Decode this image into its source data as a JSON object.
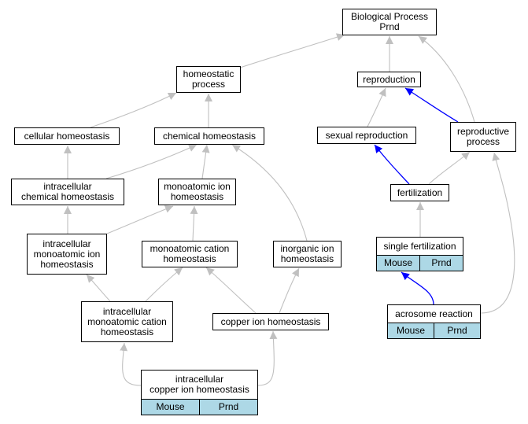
{
  "colors": {
    "edge_gray": "#c0c0c0",
    "edge_blue": "#0000ff",
    "tag_fill": "#add8e6",
    "node_border": "#000000"
  },
  "nodes": {
    "biological_process": {
      "label": "Biological Process\nPrnd"
    },
    "homeostatic_process": {
      "label": "homeostatic\nprocess"
    },
    "reproduction": {
      "label": "reproduction"
    },
    "cellular_homeostasis": {
      "label": "cellular homeostasis"
    },
    "chemical_homeostasis": {
      "label": "chemical homeostasis"
    },
    "sexual_reproduction": {
      "label": "sexual reproduction"
    },
    "reproductive_process": {
      "label": "reproductive\nprocess"
    },
    "intracellular_chemical_homeostasis": {
      "label": "intracellular\nchemical homeostasis"
    },
    "monoatomic_ion_homeostasis": {
      "label": "monoatomic ion\nhomeostasis"
    },
    "fertilization": {
      "label": "fertilization"
    },
    "intracellular_monoatomic_ion_homeostasis": {
      "label": "intracellular\nmonoatomic ion\nhomeostasis"
    },
    "monoatomic_cation_homeostasis": {
      "label": "monoatomic cation\nhomeostasis"
    },
    "inorganic_ion_homeostasis": {
      "label": "inorganic ion\nhomeostasis"
    },
    "single_fertilization": {
      "label": "single fertilization",
      "tags": [
        "Mouse",
        "Prnd"
      ]
    },
    "intracellular_monoatomic_cation_homeostasis": {
      "label": "intracellular\nmonoatomic cation\nhomeostasis"
    },
    "copper_ion_homeostasis": {
      "label": "copper ion homeostasis"
    },
    "acrosome_reaction": {
      "label": "acrosome reaction",
      "tags": [
        "Mouse",
        "Prnd"
      ]
    },
    "intracellular_copper_ion_homeostasis": {
      "label": "intracellular\ncopper ion homeostasis",
      "tags": [
        "Mouse",
        "Prnd"
      ]
    }
  },
  "edges": [
    {
      "from": "homeostatic_process",
      "to": "biological_process",
      "color": "gray"
    },
    {
      "from": "reproduction",
      "to": "biological_process",
      "color": "gray"
    },
    {
      "from": "reproductive_process",
      "to": "biological_process",
      "color": "gray"
    },
    {
      "from": "cellular_homeostasis",
      "to": "homeostatic_process",
      "color": "gray"
    },
    {
      "from": "chemical_homeostasis",
      "to": "homeostatic_process",
      "color": "gray"
    },
    {
      "from": "sexual_reproduction",
      "to": "reproduction",
      "color": "gray"
    },
    {
      "from": "reproductive_process",
      "to": "reproduction",
      "color": "blue"
    },
    {
      "from": "intracellular_chemical_homeostasis",
      "to": "cellular_homeostasis",
      "color": "gray"
    },
    {
      "from": "intracellular_chemical_homeostasis",
      "to": "chemical_homeostasis",
      "color": "gray"
    },
    {
      "from": "monoatomic_ion_homeostasis",
      "to": "chemical_homeostasis",
      "color": "gray"
    },
    {
      "from": "inorganic_ion_homeostasis",
      "to": "chemical_homeostasis",
      "color": "gray"
    },
    {
      "from": "fertilization",
      "to": "sexual_reproduction",
      "color": "blue"
    },
    {
      "from": "fertilization",
      "to": "reproductive_process",
      "color": "gray"
    },
    {
      "from": "intracellular_monoatomic_ion_homeostasis",
      "to": "intracellular_chemical_homeostasis",
      "color": "gray"
    },
    {
      "from": "intracellular_monoatomic_ion_homeostasis",
      "to": "monoatomic_ion_homeostasis",
      "color": "gray"
    },
    {
      "from": "monoatomic_cation_homeostasis",
      "to": "monoatomic_ion_homeostasis",
      "color": "gray"
    },
    {
      "from": "single_fertilization",
      "to": "fertilization",
      "color": "gray"
    },
    {
      "from": "intracellular_monoatomic_cation_homeostasis",
      "to": "intracellular_monoatomic_ion_homeostasis",
      "color": "gray"
    },
    {
      "from": "intracellular_monoatomic_cation_homeostasis",
      "to": "monoatomic_cation_homeostasis",
      "color": "gray"
    },
    {
      "from": "copper_ion_homeostasis",
      "to": "monoatomic_cation_homeostasis",
      "color": "gray"
    },
    {
      "from": "copper_ion_homeostasis",
      "to": "inorganic_ion_homeostasis",
      "color": "gray"
    },
    {
      "from": "acrosome_reaction",
      "to": "single_fertilization",
      "color": "blue"
    },
    {
      "from": "acrosome_reaction",
      "to": "reproductive_process",
      "color": "gray"
    },
    {
      "from": "intracellular_copper_ion_homeostasis",
      "to": "intracellular_monoatomic_cation_homeostasis",
      "color": "gray"
    },
    {
      "from": "intracellular_copper_ion_homeostasis",
      "to": "copper_ion_homeostasis",
      "color": "gray"
    }
  ]
}
